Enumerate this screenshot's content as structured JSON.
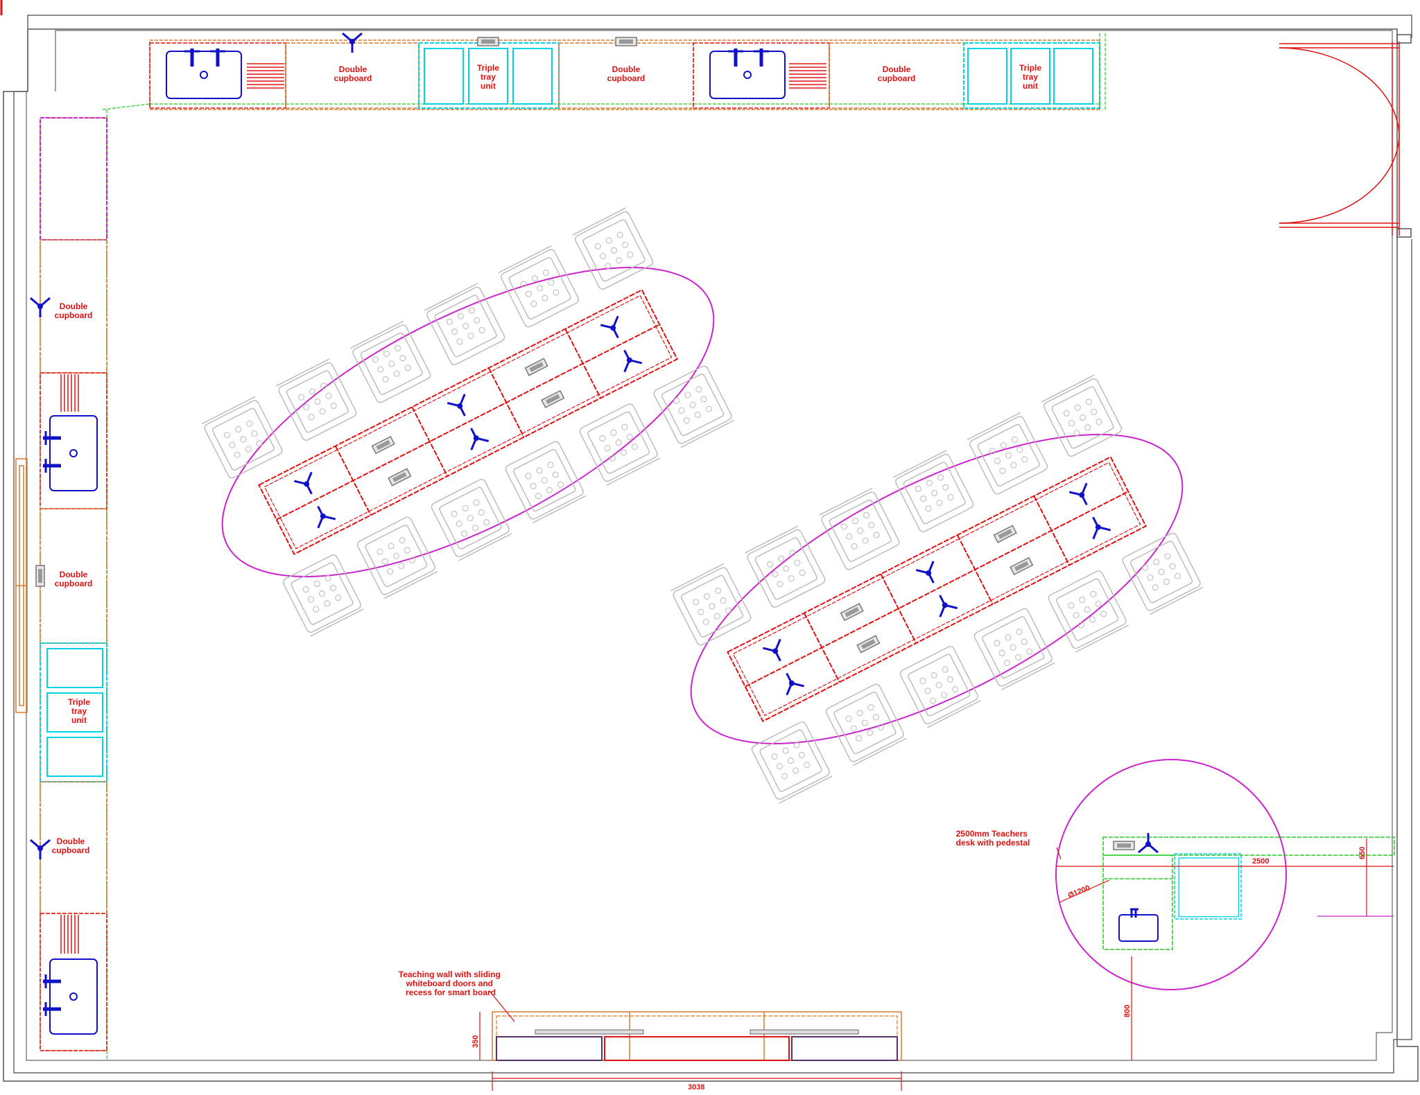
{
  "plan": {
    "back_wall_units": [
      {
        "type": "sink"
      },
      {
        "label": [
          "Double",
          "cupboard"
        ]
      },
      {
        "label": [
          "Triple",
          "tray",
          "unit"
        ]
      },
      {
        "label": [
          "Double",
          "cupboard"
        ]
      },
      {
        "type": "sink"
      },
      {
        "label": [
          "Double",
          "cupboard"
        ]
      },
      {
        "label": [
          "Triple",
          "tray",
          "unit"
        ]
      }
    ],
    "side_wall_units": [
      {
        "label": [
          "Double",
          "cupboard"
        ]
      },
      {
        "type": "sink"
      },
      {
        "label": [
          "Double",
          "cupboard"
        ]
      },
      {
        "label": [
          "Triple",
          "tray",
          "unit"
        ]
      },
      {
        "label": [
          "Double",
          "cupboard"
        ]
      },
      {
        "type": "sink"
      }
    ],
    "teaching_wall_note": [
      "Teaching wall with sliding",
      "whiteboard doors and",
      "recess for smart board"
    ],
    "teachers_desk_note": [
      "2500mm Teachers",
      "desk with pedestal"
    ],
    "dimensions": {
      "teaching_wall_width": "3038",
      "teaching_wall_depth": "350",
      "desk_length": "2500",
      "desk_depth": "650",
      "desk_gap": "800",
      "circle_diameter": "Ø1200"
    },
    "colors": {
      "structure": "#e01010",
      "cupboard": "#d97a2a",
      "tray_unit": "#00d4e6",
      "sink_and_taps": "#1010c8",
      "zone_outline": "#cc22cc",
      "chairs": "#b8b8b8",
      "desk": "#22cc22"
    }
  }
}
